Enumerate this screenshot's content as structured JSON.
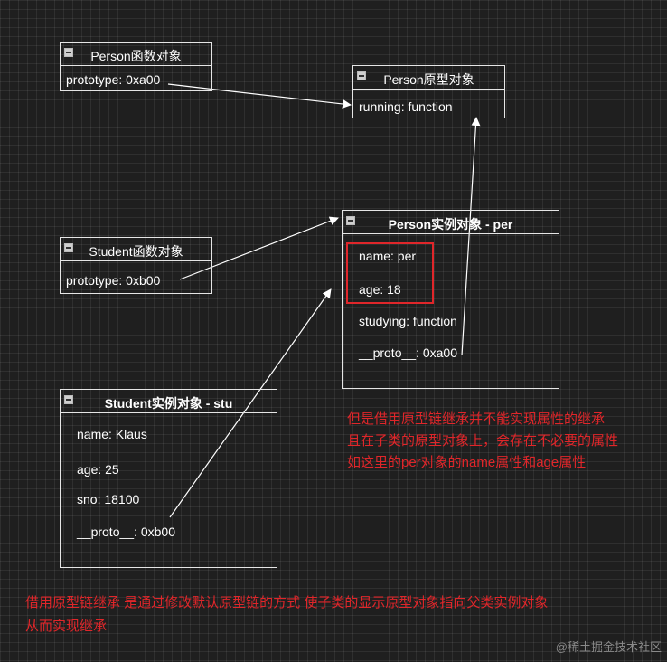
{
  "boxes": {
    "person_fn": {
      "title": "Person函数对象",
      "fields": [
        "prototype: 0xa00"
      ]
    },
    "person_proto": {
      "title": "Person原型对象",
      "fields": [
        "running: function"
      ]
    },
    "student_fn": {
      "title": "Student函数对象",
      "fields": [
        "prototype: 0xb00"
      ]
    },
    "person_instance": {
      "title": "Person实例对象 - per",
      "fields": [
        "name: per",
        "age: 18",
        "studying: function",
        "__proto__: 0xa00"
      ]
    },
    "student_instance": {
      "title": "Student实例对象 - stu",
      "fields": [
        "name: Klaus",
        "age:  25",
        "sno: 18100",
        "__proto__:   0xb00"
      ]
    }
  },
  "notes": {
    "problem": [
      "但是借用原型链继承并不能实现属性的继承",
      "且在子类的原型对象上，会存在不必要的属性",
      "如这里的per对象的name属性和age属性"
    ],
    "summary": [
      "借用原型链继承 是通过修改默认原型链的方式 使子类的显示原型对象指向父类实例对象",
      "从而实现继承"
    ]
  },
  "watermark": "@稀土掘金技术社区",
  "colors": {
    "accent": "#e0262a",
    "line": "#ffffff",
    "background": "#1f1f1f"
  }
}
